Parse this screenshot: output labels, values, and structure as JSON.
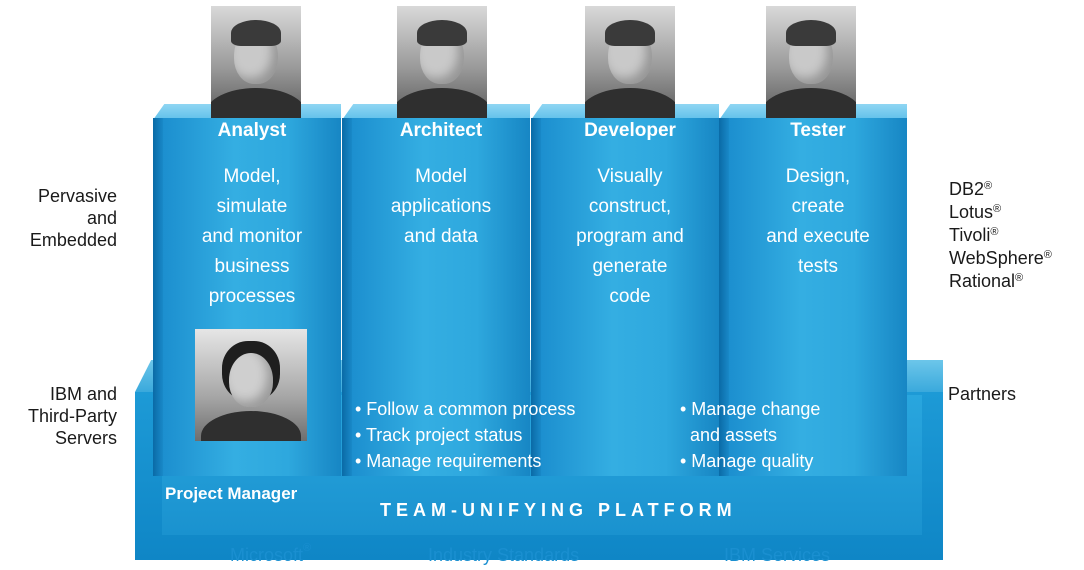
{
  "left_labels": {
    "pervasive": [
      "Pervasive",
      "and",
      "Embedded"
    ],
    "servers": [
      "IBM and",
      "Third-Party",
      "Servers"
    ]
  },
  "right_labels": {
    "brands": [
      "DB2",
      "Lotus",
      "Tivoli",
      "WebSphere",
      "Rational"
    ],
    "registered_mark": "®",
    "partners": "Partners"
  },
  "roles": [
    {
      "title": "Analyst",
      "lines": [
        "Model,",
        "simulate",
        "and monitor",
        "business",
        "processes"
      ]
    },
    {
      "title": "Architect",
      "lines": [
        "Model",
        "applications",
        "and data"
      ]
    },
    {
      "title": "Developer",
      "lines": [
        "Visually",
        "construct,",
        "program and",
        "generate",
        "code"
      ]
    },
    {
      "title": "Tester",
      "lines": [
        "Design,",
        "create",
        "and execute",
        "tests"
      ]
    }
  ],
  "project_manager": {
    "label": "Project Manager",
    "bullets_left": [
      "• Follow a common process",
      "• Track project status",
      "• Manage requirements"
    ],
    "bullets_right": [
      "• Manage change",
      "  and assets",
      "• Manage quality"
    ]
  },
  "platform_title": "TEAM-UNIFYING PLATFORM",
  "bottom_labels": {
    "microsoft": "Microsoft",
    "standards": "Industry Standards",
    "services": "IBM Services"
  },
  "colors": {
    "pillar": "#2ea8de",
    "platform": "#1d9ad6",
    "bottom_text": "#1a8fd0"
  }
}
